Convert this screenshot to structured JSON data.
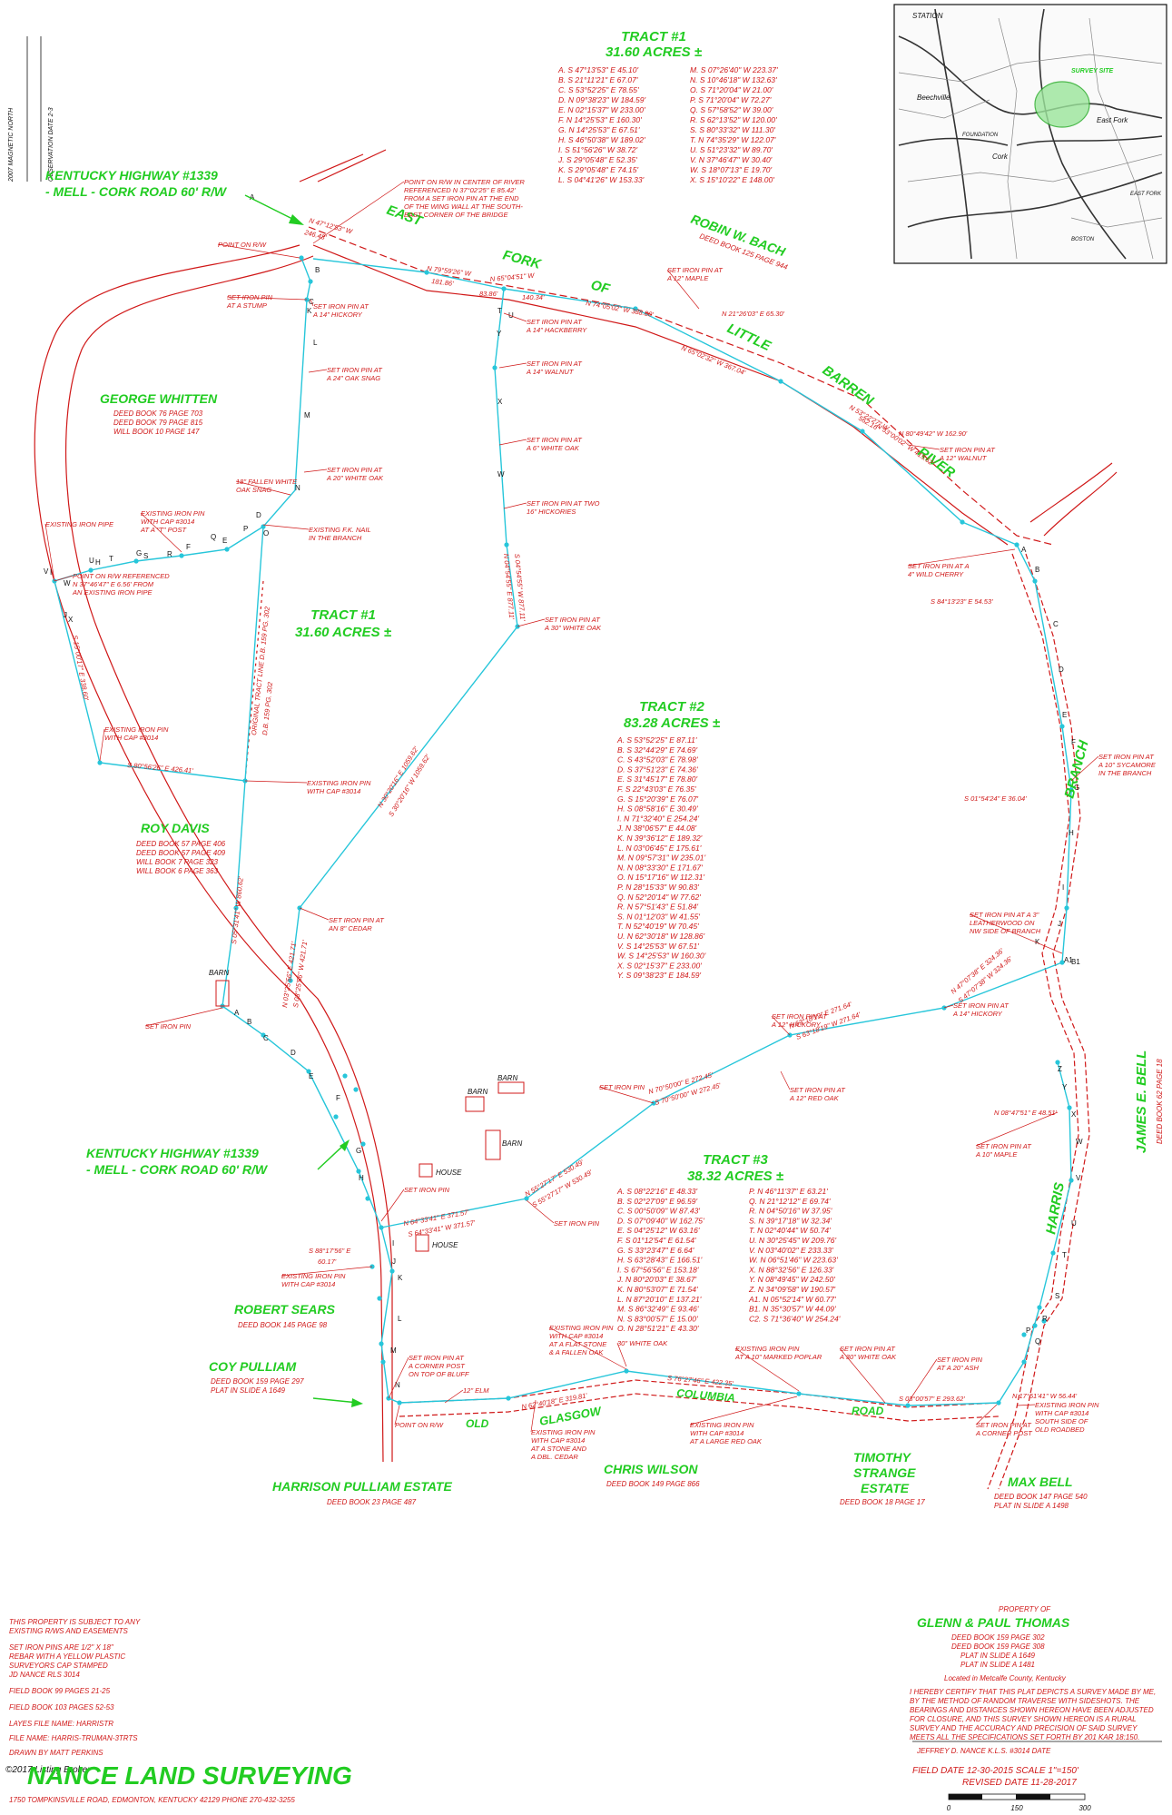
{
  "north_note": [
    "2007 MAGNETIC NORTH",
    "OBSERVATION DATE 2-3"
  ],
  "tract1_header": {
    "title": "TRACT #1",
    "acres": "31.60 ACRES ±"
  },
  "tract1_calls_left": [
    "A. S 47°13'53\" E 45.10'",
    "B. S 21°11'21\" E 67.07'",
    "C. S 53°52'25\" E 78.55'",
    "D. N 09°38'23\" W 184.59'",
    "E. N 02°15'37\" W 233.00'",
    "F. N 14°25'53\" E 160.30'",
    "G. N 14°25'53\" E 67.51'",
    "H. S 46°50'38\" W 189.02'",
    "I. S 51°56'26\" W 38.72'",
    "J. S 29°05'48\" E 52.35'",
    "K. S 29°05'48\" E 74.15'",
    "L. S 04°41'26\" W 153.33'"
  ],
  "tract1_calls_right": [
    "M. S 07°26'40\" W 223.37'",
    "N. S 10°46'18\" W 132.63'",
    "O. S 71°20'04\" W 21.00'",
    "P. S 71°20'04\" W 72.27'",
    "Q. S 57°58'52\" W 39.00'",
    "R. S 62°13'52\" W 120.00'",
    "S. S 80°33'32\" W 111.30'",
    "T. N 74°35'29\" W 122.07'",
    "U. S 51°23'32\" W 89.70'",
    "V. N 37°46'47\" W 30.40'",
    "W. S 18°07'13\" E 19.70'",
    "X. S 15°10'22\" E 148.00'"
  ],
  "tract2_header": {
    "title": "TRACT #2",
    "acres": "83.28 ACRES ±"
  },
  "tract2_calls": [
    "A. S 53°52'25\" E 87.11'",
    "B. S 32°44'29\" E 74.69'",
    "C. S 43°52'03\" E 78.98'",
    "D. S 37°51'23\" E 74.36'",
    "E. S 31°45'17\" E 78.80'",
    "F. S 22°43'03\" E 76.35'",
    "G. S 15°20'39\" E 76.07'",
    "H. S 08°58'16\" E 30.49'",
    "I. N 71°32'40\" E 254.24'",
    "J. N 38°06'57\" E 44.08'",
    "K. N 39°36'12\" E 189.32'",
    "L. N 03°06'45\" E 175.61'",
    "M. N 09°57'31\" W 235.01'",
    "N. N 08°33'30\" E 171.67'",
    "O. N 15°17'16\" W 112.31'",
    "P. N 28°15'33\" W 90.83'",
    "Q. N 52°20'14\" W 77.62'",
    "R. N 57°51'43\" E 51.84'",
    "S. N 01°12'03\" W 41.55'",
    "T. N 52°40'19\" W 70.45'",
    "U. N 62°30'18\" W 128.86'",
    "V. S 14°25'53\" W 67.51'",
    "W. S 14°25'53\" W 160.30'",
    "X. S 02°15'37\" E 233.00'",
    "Y. S 09°38'23\" E 184.59'"
  ],
  "tract3_header": {
    "title": "TRACT #3",
    "acres": "38.32 ACRES ±"
  },
  "tract3_calls_left": [
    "A. S 08°22'16\" E 48.33'",
    "B. S 02°27'09\" E 96.59'",
    "C. S 00°50'09\" W 87.43'",
    "D. S 07°09'40\" W 162.75'",
    "E. S 04°25'12\" W 63.16'",
    "F. S 01°12'54\" E 61.54'",
    "G. S 33°23'47\" E 6.64'",
    "H. S 63°28'43\" E 166.51'",
    "I. S 67°56'56\" E 153.18'",
    "J. N 80°20'03\" E 38.67'",
    "K. N 80°53'07\" E 71.54'",
    "L. N 87°20'10\" E 137.21'",
    "M. S 86°32'49\" E 93.46'",
    "N. S 83°00'57\" E 15.00'",
    "O. N 28°51'21\" E 43.30'"
  ],
  "tract3_calls_right": [
    "P. N 46°11'37\" E 63.21'",
    "Q. N 21°12'12\" E 69.74'",
    "R. N 04°50'16\" W 37.95'",
    "S. N 39°17'18\" W 32.34'",
    "T. N 02°40'44\" W 50.74'",
    "U. N 30°25'45\" W 209.76'",
    "V. N 03°40'02\" E 233.33'",
    "W. N 06°51'46\" W 223.63'",
    "X. N 88°32'56\" E 126.33'",
    "Y. N 08°49'45\" W 242.50'",
    "Z. N 34°09'58\" W 190.57'",
    "A1. N 05°52'14\" W 60.77'",
    "B1. N 35°30'57\" W 44.09'",
    "C2. S 71°36'40\" W 254.24'"
  ],
  "road_labels": {
    "north_line1": "KENTUCKY HIGHWAY #1339",
    "north_line2": "- MELL - CORK ROAD 60' R/W",
    "south_line1": "KENTUCKY HIGHWAY #1339",
    "south_line2": "- MELL - CORK ROAD 60' R/W"
  },
  "river_words": [
    "EAST",
    "FORK",
    "OF",
    "LITTLE",
    "BARREN",
    "RIVER"
  ],
  "branch_word": "BRANCH",
  "harris_word": "HARRIS",
  "old_road_words": [
    "OLD",
    "GLASGOW",
    "COLUMBIA",
    "ROAD"
  ],
  "owners": {
    "whitten": {
      "name": "GEORGE WHITTEN",
      "refs": [
        "DEED BOOK 76 PAGE 703",
        "DEED BOOK 79 PAGE 815",
        "WILL BOOK 10 PAGE 147"
      ]
    },
    "davis": {
      "name": "ROY DAVIS",
      "refs": [
        "DEED BOOK 57 PAGE 406",
        "DEED BOOK 57 PAGE 409",
        "WILL BOOK 7 PAGE 323",
        "WILL BOOK 6 PAGE 363"
      ]
    },
    "bach": {
      "name": "ROBIN W. BACH",
      "refs": [
        "DEED BOOK 125 PAGE 944"
      ]
    },
    "bell_james": {
      "name": "JAMES E. BELL",
      "refs": [
        "DEED BOOK 62 PAGE 18"
      ]
    },
    "sears": {
      "name": "ROBERT SEARS",
      "refs": [
        "DEED BOOK 145 PAGE 98"
      ]
    },
    "pulliam": {
      "name": "COY PULLIAM",
      "refs": [
        "DEED BOOK 159 PAGE 297",
        "PLAT IN SLIDE A 1649"
      ]
    },
    "pulliam_estate": {
      "name": "HARRISON PULLIAM ESTATE",
      "refs": [
        "DEED BOOK 23 PAGE 487"
      ]
    },
    "wilson": {
      "name": "CHRIS WILSON",
      "refs": [
        "DEED BOOK 149 PAGE 866"
      ]
    },
    "strange_line1": "TIMOTHY",
    "strange_line2": "STRANGE",
    "strange_line3": "ESTATE",
    "strange_refs": [
      "DEED BOOK 18 PAGE 17"
    ],
    "max_bell": {
      "name": "MAX BELL",
      "refs": [
        "DEED BOOK 147 PAGE 540",
        "PLAT IN SLIDE A 1498"
      ]
    }
  },
  "annotations": {
    "river_point": [
      "POINT ON R/W IN CENTER OF RIVER",
      "REFERENCED N 37°02'25\" E 85.42'",
      "FROM A SET IRON PIN AT THE END",
      "OF THE WING WALL AT THE SOUTH-",
      "EAST CORNER OF THE BRIDGE"
    ],
    "point_on_rw": "POINT ON R/W",
    "set_pin_stump": [
      "SET IRON PIN",
      "AT A STUMP"
    ],
    "set_pin_14_hickory": [
      "SET IRON PIN AT",
      "A 14\" HICKORY"
    ],
    "set_pin_14_hackberry": [
      "SET IRON PIN AT",
      "A 14\" HACKBERRY"
    ],
    "set_pin_12_maple": [
      "SET IRON PIN AT",
      "A 12\" MAPLE"
    ],
    "set_pin_24_oak": [
      "SET IRON PIN AT",
      "A 24\" OAK SNAG"
    ],
    "set_pin_14_walnut": [
      "SET IRON PIN AT",
      "A 14\" WALNUT"
    ],
    "set_pin_6_white_oak": [
      "SET IRON PIN AT",
      "A 6\" WHITE OAK"
    ],
    "set_pin_20_white_oak": [
      "SET IRON PIN AT",
      "A 20\" WHITE OAK"
    ],
    "set_pin_two_hickories": [
      "SET IRON PIN AT TWO",
      "16\" HICKORIES"
    ],
    "set_pin_30_white_oak_c": [
      "SET IRON PIN AT",
      "A 30\" WHITE OAK"
    ],
    "set_pin_12_walnut": [
      "SET IRON PIN AT",
      "A 12\" WALNUT"
    ],
    "set_pin_4_wild_cherry": [
      "SET IRON PIN AT A",
      "4\" WILD CHERRY"
    ],
    "fallen_white_oak": [
      "18\" FALLEN WHITE",
      "OAK SNAG"
    ],
    "fk_nail": [
      "EXISTING F.K. NAIL",
      "IN THE BRANCH"
    ],
    "existing_pipe": "EXISTING IRON PIPE",
    "existing_pin_tpost": [
      "EXISTING IRON PIN",
      "WITH CAP #3014",
      "AT A \"T\" POST"
    ],
    "rw_ref": [
      "POINT ON R/W REFERENCED",
      "N 37°46'47\" E 6.56' FROM",
      "AN EXISTING IRON PIPE"
    ],
    "existing_pin_cap1": [
      "EXISTING IRON PIN",
      "WITH CAP #3014"
    ],
    "existing_pin_cap2": [
      "EXISTING IRON PIN",
      "WITH CAP #3014"
    ],
    "original_tract_line": [
      "ORIGINAL TRACT LINE D.B. 159 PG. 302",
      "D.B. 159 PG. 302"
    ],
    "set_pin_8_cedar": [
      "SET IRON PIN AT",
      "AN 8\" CEDAR"
    ],
    "set_pin_10_sycamore": [
      "SET IRON PIN AT",
      "A 10\" SYCAMORE",
      "IN THE BRANCH"
    ],
    "set_pin_leatherwood": [
      "SET IRON PIN AT A 3\"",
      "LEATHERWOOD ON",
      "NW SIDE OF BRANCH"
    ],
    "set_pin_12_hickory": [
      "SET IRON PIN AT",
      "A 12\" HICKORY"
    ],
    "set_pin_14_hickory_r": [
      "SET IRON PIN AT",
      "A 14\" HICKORY"
    ],
    "set_pin_12_red_oak": [
      "SET IRON PIN AT",
      "A 12\" RED OAK"
    ],
    "set_iron_pin": "SET IRON PIN",
    "set_iron_pin2": "SET IRON PIN",
    "set_iron_pin3": "SET IRON PIN",
    "set_iron_pin4": "SET IRON PIN",
    "set_pin_10_maple": [
      "SET IRON PIN AT",
      "A 10\" MAPLE"
    ],
    "existing_pin_sears": [
      "EXISTING IRON PIN",
      "WITH CAP #3014"
    ],
    "corner_post_bluff": [
      "SET IRON PIN AT",
      "A CORNER POST",
      "ON TOP OF BLUFF"
    ],
    "elm_12": "12\" ELM",
    "point_on_rw2": "POINT ON R/W",
    "existing_pin_stone": [
      "EXISTING IRON PIN",
      "WITH CAP #3014",
      "AT A STONE AND",
      "A DBL. CEDAR"
    ],
    "existing_pin_flat_stone": [
      "EXISTING IRON PIN",
      "WITH CAP #3014",
      "AT A FLAT STONE",
      "& A FALLEN OAK"
    ],
    "white_oak_30": "30\" WHITE OAK",
    "existing_pin_poplar": [
      "EXISTING IRON PIN",
      "AT A 10\" MARKED POPLAR"
    ],
    "existing_pin_red_oak": [
      "EXISTING IRON PIN",
      "WITH CAP #3014",
      "AT A LARGE RED OAK"
    ],
    "set_pin_30_white_oak_s": [
      "SET IRON PIN AT",
      "A 30\" WHITE OAK"
    ],
    "set_pin_ash": [
      "SET IRON PIN",
      "AT A 20\" ASH"
    ],
    "set_pin_corner_post": [
      "SET IRON PIN AT",
      "A CORNER POST"
    ],
    "existing_pin_old_road": [
      "EXISTING IRON PIN",
      "WITH CAP #3014",
      "SOUTH SIDE OF",
      "OLD ROADBED"
    ],
    "barn1": "BARN",
    "barn2": "BARN",
    "barn3": "BARN",
    "barn4": "BARN",
    "house1": "HOUSE",
    "house2": "HOUSE"
  },
  "line_labels": {
    "l_n7959": "N 79°59'26\" W",
    "l_181": "181.86'",
    "l_n6504": "N 65°04'51\" W",
    "l_83": "83.86'",
    "l_140": "140.34'",
    "l_n7405": "N 74°05'02\" W 388.80'",
    "l_n6502": "N 65°02'32\" W 367.04'",
    "l_n2126": "N 21°26'03\" E 65.30'",
    "l_n5322": "N 53°22'27\" W",
    "l_562": "562.16'",
    "l_n5302": "N 53°00'02\" W 415.62'",
    "l_n8049": "N 80°49'42\" W 162.90'",
    "l_n4712": "N 47°12'53\" W",
    "l_246": "246.48'",
    "l_s8413": "S 84°13'23\" E 54.53'",
    "l_s0154": "S 01°54'24\" E 36.04'",
    "l_s8056": "S 80°56'26\" E 426.41'",
    "l_s1500": "S 15°00'17\" E 338.60'",
    "l_s0531": "S 05°31'41\" W 860.62'",
    "l_n3020": "N 30°20'16\" E 1059.62'",
    "l_s3020": "S 30°20'16\" W 1059.62'",
    "l_n0454": "N 04°54'55\" E 877.11'",
    "l_s0454": "S 04°54'55\" W 877.11'",
    "l_n0325": "N 03°25'56\" E 421.71'",
    "l_s0325": "S 03°25'56\" W 421.71'",
    "l_n6318": "N 63°18'19\" E 271.64'",
    "l_s6318": "S 63°18'19\" W 271.64'",
    "l_n4707": "N 47°07'38\" E 324.36'",
    "l_s4707": "S 47°07'38\" W 324.36'",
    "l_n7050": "N 70°50'00\" E 272.45'",
    "l_s7050": "S 70°50'00\" W 272.45'",
    "l_n5527": "N 55°27'17\" E 530.49'",
    "l_s5527": "S 55°27'17\" W 530.49'",
    "l_n6433": "N 64°33'41\" E 371.57'",
    "l_s6433": "S 64°33'41\" W 371.57'",
    "l_s8817": "S 88°17'56\" E",
    "l_60": "60.17'",
    "l_n6240": "N 62°40'18\" E 319.81'",
    "l_s7627": "S 76°27'46\" E 422.35'",
    "l_s0300": "S 03°00'57\" E 293.62'",
    "l_n1751": "N 17°51'41\" W 56.44'",
    "l_n0847": "N 08°47'51\" E 48.51'"
  },
  "property_block": {
    "property_of": "PROPERTY OF",
    "owner": "GLENN & PAUL THOMAS",
    "refs": [
      "DEED BOOK 159 PAGE 302",
      "DEED BOOK 159 PAGE 308",
      "PLAT IN SLIDE A 1649",
      "PLAT IN SLIDE A 1481"
    ],
    "location": "Located in Metcalfe County, Kentucky",
    "certification": [
      "I HEREBY CERTIFY THAT THIS PLAT DEPICTS A SURVEY MADE BY ME,",
      "BY THE METHOD OF RANDOM TRAVERSE WITH SIDESHOTS. THE",
      "BEARINGS AND DISTANCES SHOWN HEREON HAVE BEEN ADJUSTED",
      "FOR CLOSURE, AND THIS SURVEY SHOWN HEREON IS A RURAL",
      "SURVEY AND THE ACCURACY AND PRECISION OF SAID SURVEY",
      "MEETS ALL THE SPECIFICATIONS SET FORTH BY 201 KAR 18:150."
    ],
    "signature": "JEFFREY D. NANCE K.L.S. #3014    DATE",
    "field_date": "FIELD DATE  12-30-2015   SCALE  1\"=150'",
    "revised": "REVISED DATE  11-28-2017",
    "scale_ticks": [
      "0",
      "150",
      "300"
    ]
  },
  "notes": {
    "subject": [
      "THIS PROPERTY IS SUBJECT TO ANY",
      "EXISTING R/WS AND EASEMENTS"
    ],
    "pins": [
      "SET IRON PINS ARE 1/2\" X 18\"",
      "REBAR WITH A YELLOW PLASTIC",
      "SURVEYORS CAP STAMPED",
      "JD NANCE RLS 3014"
    ],
    "fb1": "FIELD BOOK 99 PAGES 21-25",
    "fb2": "FIELD BOOK 103 PAGES 52-53",
    "layes": "LAYES FILE NAME: HARRISTR",
    "file": "FILE NAME: HARRIS-TRUMAN-3TRTS",
    "drawn": "DRAWN BY MATT PERKINS"
  },
  "firm": {
    "name": "NANCE LAND SURVEYING",
    "address": "1750 TOMPKINSVILLE ROAD, EDMONTON, KENTUCKY 42129   PHONE 270-432-3255"
  },
  "watermark": "©2017 Listing Broker",
  "vicinity_map": {
    "labels": [
      "STATION",
      "Beechville",
      "Cork",
      "East Fork",
      "FOUNDATION",
      "SURVEY SITE",
      "BOSTON",
      "EAST FORK"
    ]
  },
  "point_letters": {
    "t1": [
      "A",
      "B",
      "C",
      "D",
      "E",
      "F",
      "G",
      "H",
      "I",
      "J",
      "K",
      "L",
      "M",
      "N",
      "O",
      "P",
      "Q",
      "R",
      "S",
      "T",
      "U",
      "V",
      "W",
      "X"
    ],
    "t2": [
      "A",
      "B",
      "C",
      "D",
      "E",
      "F",
      "G",
      "H",
      "I",
      "J",
      "K",
      "L",
      "M",
      "N",
      "O",
      "P",
      "Q",
      "R",
      "S",
      "T",
      "U",
      "V",
      "W",
      "X",
      "Y"
    ],
    "t3": [
      "A",
      "B",
      "C",
      "D",
      "E",
      "F",
      "G",
      "H",
      "I",
      "J",
      "K",
      "L",
      "M",
      "N",
      "O",
      "P",
      "Q",
      "R",
      "S",
      "T",
      "U",
      "V",
      "W",
      "X",
      "Y",
      "Z",
      "A1",
      "B1",
      "C2"
    ]
  }
}
